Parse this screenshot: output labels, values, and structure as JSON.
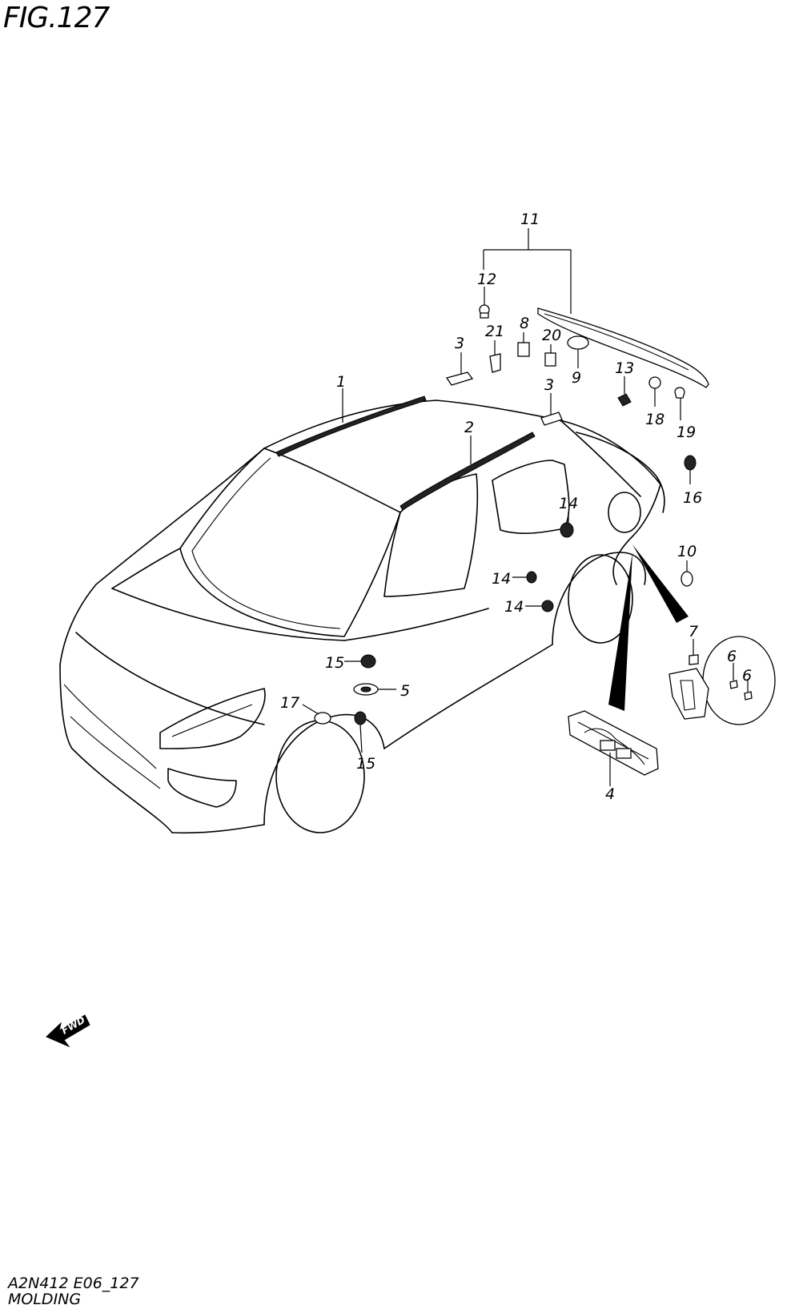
{
  "figure": {
    "title": "FIG.127",
    "code": "A2N412 E06_127",
    "name": "MOLDING"
  },
  "fwd_indicator": "FWD",
  "callouts": {
    "c1": "1",
    "c2": "2",
    "c3a": "3",
    "c3b": "3",
    "c4": "4",
    "c5": "5",
    "c6a": "6",
    "c6b": "6",
    "c7": "7",
    "c8": "8",
    "c9": "9",
    "c10": "10",
    "c11": "11",
    "c12": "12",
    "c13": "13",
    "c14a": "14",
    "c14b": "14",
    "c14c": "14",
    "c15a": "15",
    "c15b": "15",
    "c16": "16",
    "c17": "17",
    "c18": "18",
    "c19": "19",
    "c20": "20",
    "c21": "21"
  }
}
